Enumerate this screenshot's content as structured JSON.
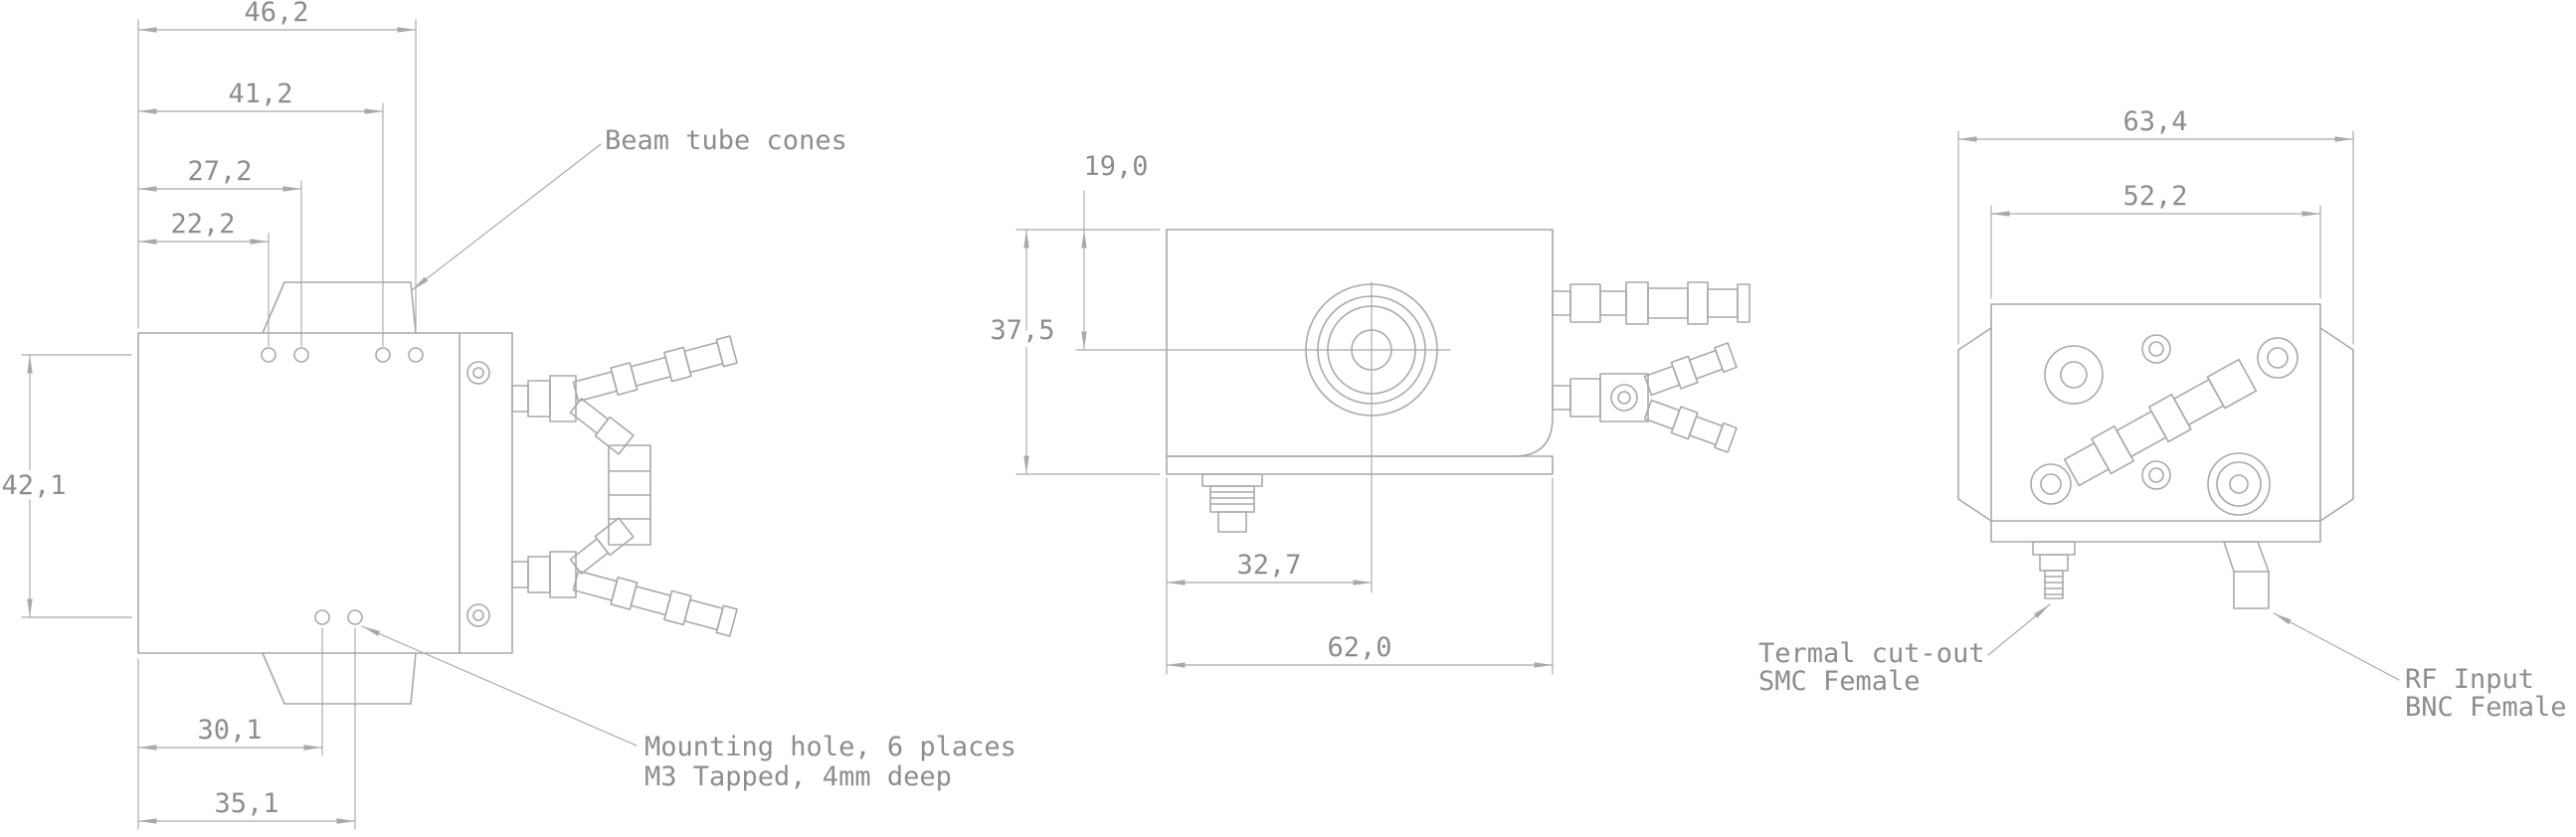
{
  "colors": {
    "line": "#a9a9a9",
    "text": "#8d8d8d"
  },
  "top_view": {
    "dim_46_2": "46,2",
    "dim_41_2": "41,2",
    "dim_27_2": "27,2",
    "dim_22_2": "22,2",
    "dim_42_1": "42,1",
    "dim_30_1": "30,1",
    "dim_35_1": "35,1",
    "label_beam_tube_cones": "Beam tube cones",
    "label_mounting_hole_line1": "Mounting hole, 6 places",
    "label_mounting_hole_line2": "M3 Tapped, 4mm deep"
  },
  "front_view": {
    "dim_19_0": "19,0",
    "dim_37_5": "37,5",
    "dim_32_7": "32,7",
    "dim_62_0": "62,0"
  },
  "side_view": {
    "dim_63_4": "63,4",
    "dim_52_2": "52,2",
    "label_thermal_line1": "Termal cut-out",
    "label_thermal_line2": "SMC Female",
    "label_rf_line1": "RF Input",
    "label_rf_line2": "BNC Female"
  }
}
